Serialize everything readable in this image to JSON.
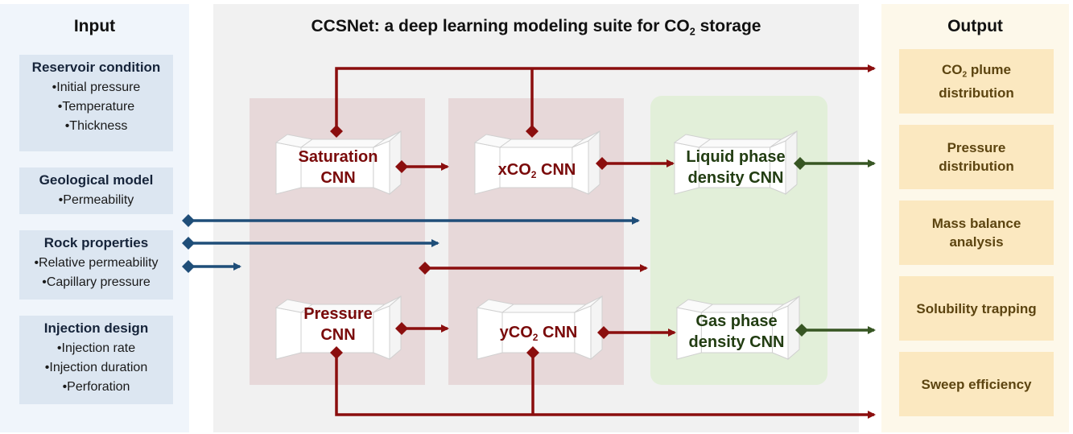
{
  "input": {
    "title": "Input",
    "groups": [
      {
        "heading": "Reservoir condition",
        "items": [
          "•Initial pressure",
          "•Temperature",
          "•Thickness"
        ]
      },
      {
        "heading": "Geological model",
        "items": [
          "•Permeability"
        ]
      },
      {
        "heading": "Rock properties",
        "items": [
          "•Relative permeability",
          "•Capillary pressure"
        ]
      },
      {
        "heading": "Injection design",
        "items": [
          "•Injection rate",
          "•Injection duration",
          "•Perforation"
        ]
      }
    ]
  },
  "core": {
    "title_prefix": "CCSNet: a deep learning modeling suite for CO",
    "title_sub": "2",
    "title_suffix": " storage",
    "cnns": {
      "saturation": {
        "line1": "Saturation",
        "line2": "CNN"
      },
      "xco2": {
        "pre": "xCO",
        "sub": "2",
        "post": " CNN"
      },
      "liquid": {
        "line1": "Liquid phase",
        "line2": "density CNN"
      },
      "pressure": {
        "line1": "Pressure",
        "line2": "CNN"
      },
      "yco2": {
        "pre": "yCO",
        "sub": "2",
        "post": " CNN"
      },
      "gas": {
        "line1": "Gas phase",
        "line2": "density CNN"
      }
    }
  },
  "output": {
    "title": "Output",
    "items": [
      {
        "pre": "CO",
        "sub": "2",
        "post": " plume",
        "line2": "distribution"
      },
      {
        "pre": "Pressure",
        "sub": "",
        "post": "",
        "line2": "distribution"
      },
      {
        "pre": "Mass balance",
        "sub": "",
        "post": "",
        "line2": "analysis"
      },
      {
        "pre": "Solubility trapping",
        "sub": "",
        "post": "",
        "line2": ""
      },
      {
        "pre": "Sweep efficiency",
        "sub": "",
        "post": "",
        "line2": ""
      }
    ]
  },
  "colors": {
    "red_flow": "#8b0e0e",
    "blue_flow": "#1f4e79",
    "green_flow": "#375623"
  }
}
